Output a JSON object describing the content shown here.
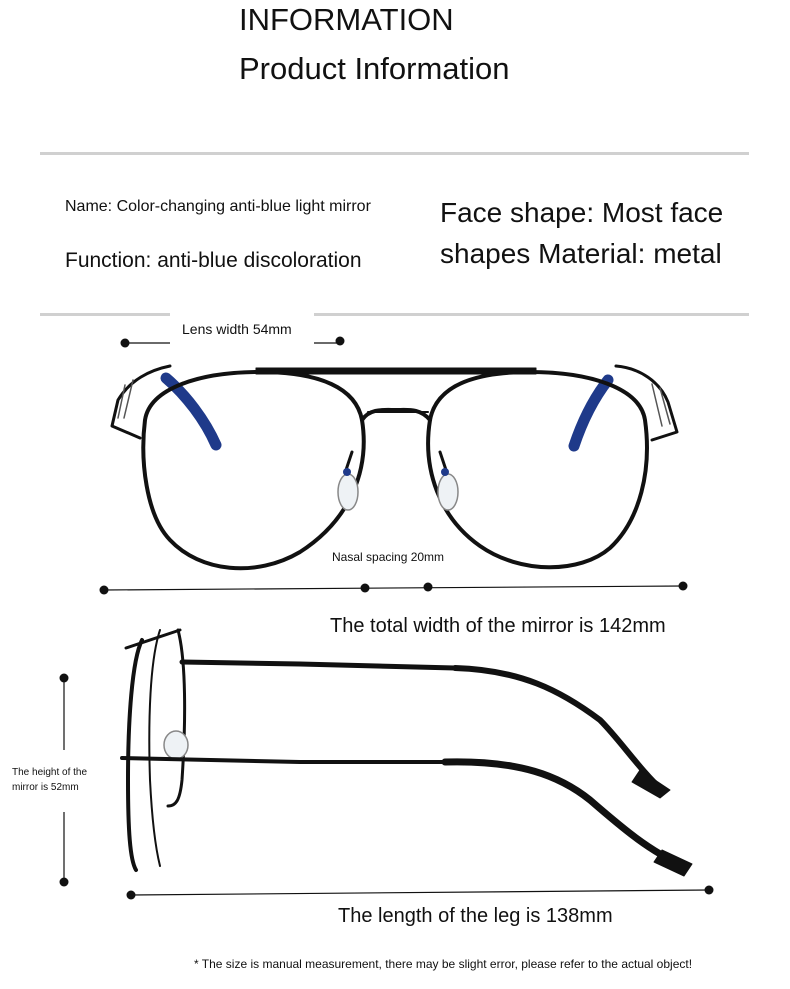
{
  "header": {
    "title_en": "INFORMATION",
    "title": "Product Information"
  },
  "specs": {
    "name": "Name: Color-changing anti-blue light mirror",
    "function": "Function: anti-blue discoloration",
    "face_material": "Face shape: Most face shapes Material: metal"
  },
  "dimensions": {
    "lens_width": "Lens width 54mm",
    "nasal_spacing": "Nasal spacing 20mm",
    "total_width": "The total width of the mirror is 142mm",
    "height": "The height of the mirror is 52mm",
    "leg_length": "The length of the leg is 138mm"
  },
  "footnote": "* The size is manual measurement, there may be slight error, please refer to the actual object!",
  "colors": {
    "frame": "#111111",
    "temple_tip": "#1f3a8a",
    "divider": "#d0d0d0"
  }
}
